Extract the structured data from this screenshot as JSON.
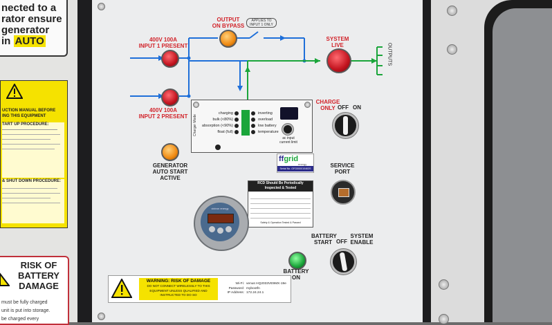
{
  "left_panel": {
    "top_notice": [
      "nected to a",
      "rator ensure",
      "generator",
      "in"
    ],
    "auto": "AUTO",
    "instruction_head": "UCTION MANUAL BEFORE",
    "instruction_sub": "ING THIS EQUIPMENT",
    "startup_head": "TART UP PROCEDURE:",
    "shutdown_head": "& SHUT DOWN PROCEDURE:",
    "risk_title": [
      "RISK OF",
      "BATTERY",
      "DAMAGE"
    ],
    "risk_text": [
      "must be fully charged",
      "unit is put into storage.",
      "be charged every"
    ]
  },
  "labels": {
    "output_bypass": [
      "OUTPUT",
      "ON BYPASS"
    ],
    "applies": [
      "APPLIES TO",
      "INPUT 1 ONLY"
    ],
    "input1": [
      "400V 100A",
      "INPUT 1 PRESENT"
    ],
    "input2": [
      "400V 100A",
      "INPUT 2 PRESENT"
    ],
    "system_live": [
      "SYSTEM",
      "LIVE"
    ],
    "outputs": "OUTPUTS",
    "charge_only": [
      "CHARGE",
      "ONLY"
    ],
    "off": "OFF",
    "on": "ON",
    "generator": [
      "GENERATOR",
      "AUTO START",
      "ACTIVE"
    ],
    "service_port": [
      "SERVICE",
      "PORT"
    ],
    "battery_start": [
      "BATTERY",
      "START"
    ],
    "system_enable": [
      "SYSTEM",
      "ENABLE"
    ],
    "battery_on": [
      "BATTERY",
      "ON"
    ]
  },
  "inverter_panel": {
    "left_rows": [
      "charging",
      "bulk (<80%)",
      "absorption (<90%)",
      "float (full)"
    ],
    "right_rows": [
      "inverting",
      "overload",
      "low battery",
      "temperature"
    ],
    "charger_mode": "Charger Mode",
    "ac_input": [
      "ac input",
      "current limit"
    ]
  },
  "offgrid": {
    "brand_a": "ff",
    "brand_b": "grid",
    "sub": "energy",
    "serial": "Serial No. OFG000010463S"
  },
  "rcd": {
    "title": [
      "RCD Should Be Periodically",
      "Inspected & Tested"
    ],
    "footer": "Safety & Operation Tested & Passed"
  },
  "monitor": {
    "brand": "victron energy"
  },
  "warning": {
    "title": "WARNING: RISK OF DAMAGE",
    "lines": [
      "DO NOT CONNECT WIRELESSLY TO THIS",
      "EQUIPMENT UNLESS QUALIFIED AND",
      "INSTRUCTED TO DO SO"
    ],
    "wifi_keys": [
      "Wi-Fi:",
      "Password:",
      "IP Address:"
    ],
    "wifi_vals": [
      "venus HQ2033VE9MX-19e",
      "mybootfn",
      "172.24.24.1"
    ]
  },
  "colors": {
    "red": "#d2232a",
    "blue": "#1e6fd9",
    "green": "#1aa53a",
    "yellow": "#f5e200"
  }
}
